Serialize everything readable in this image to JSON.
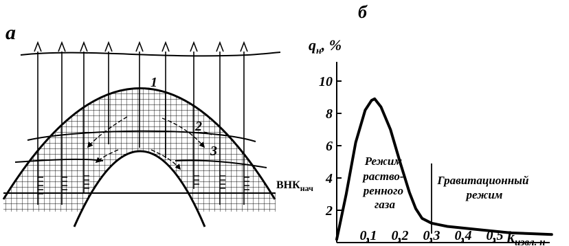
{
  "left_panel": {
    "letter": "а",
    "marker_1": "1",
    "marker_2": "2",
    "marker_3": "3",
    "owc_label": "ВНК",
    "owc_sub": "нач"
  },
  "right_panel": {
    "letter": "б",
    "y_axis_title": "q",
    "y_axis_sub": "н",
    "y_axis_unit": ", %",
    "x_axis_title": "k",
    "x_axis_sub": "извл. н",
    "region_left": [
      "Режим",
      "раство-",
      "ренного",
      "газа"
    ],
    "region_right": [
      "Гравитационный",
      "режим"
    ]
  },
  "chart_data": {
    "type": "line",
    "yticks": [
      "2",
      "4",
      "6",
      "8",
      "10"
    ],
    "xticks": [
      "0,1",
      "0,2",
      "0,3",
      "0,4",
      "0,5"
    ],
    "xlim": [
      0,
      0.75
    ],
    "ylim": [
      0,
      11
    ],
    "divider_x": 0.3,
    "series": [
      {
        "x": [
          0.0,
          0.03,
          0.06,
          0.09,
          0.11,
          0.12,
          0.14,
          0.17,
          0.2,
          0.23,
          0.25,
          0.27,
          0.3,
          0.35,
          0.45,
          0.55,
          0.62,
          0.68
        ],
        "y": [
          0.2,
          3.0,
          6.2,
          8.2,
          8.8,
          8.9,
          8.4,
          7.0,
          5.0,
          3.1,
          2.1,
          1.5,
          1.2,
          1.0,
          0.8,
          0.6,
          0.55,
          0.5
        ]
      }
    ]
  }
}
